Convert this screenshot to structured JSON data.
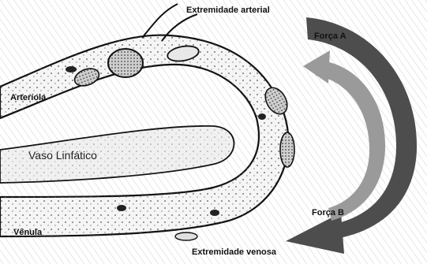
{
  "labels": {
    "arterial_end": "Extremidade arterial",
    "venous_end": "Extremidade venosa",
    "arteriole": "Arteríola",
    "venule": "Vênula",
    "lymph_vessel": "Vaso Linfático",
    "force_a": "Força A",
    "force_b": "Força B"
  },
  "colors": {
    "force_a_arrow": "#4d4d4d",
    "force_b_arrow": "#9a9a9a",
    "background_texture": "#c8c8c8",
    "outline": "#111111"
  }
}
